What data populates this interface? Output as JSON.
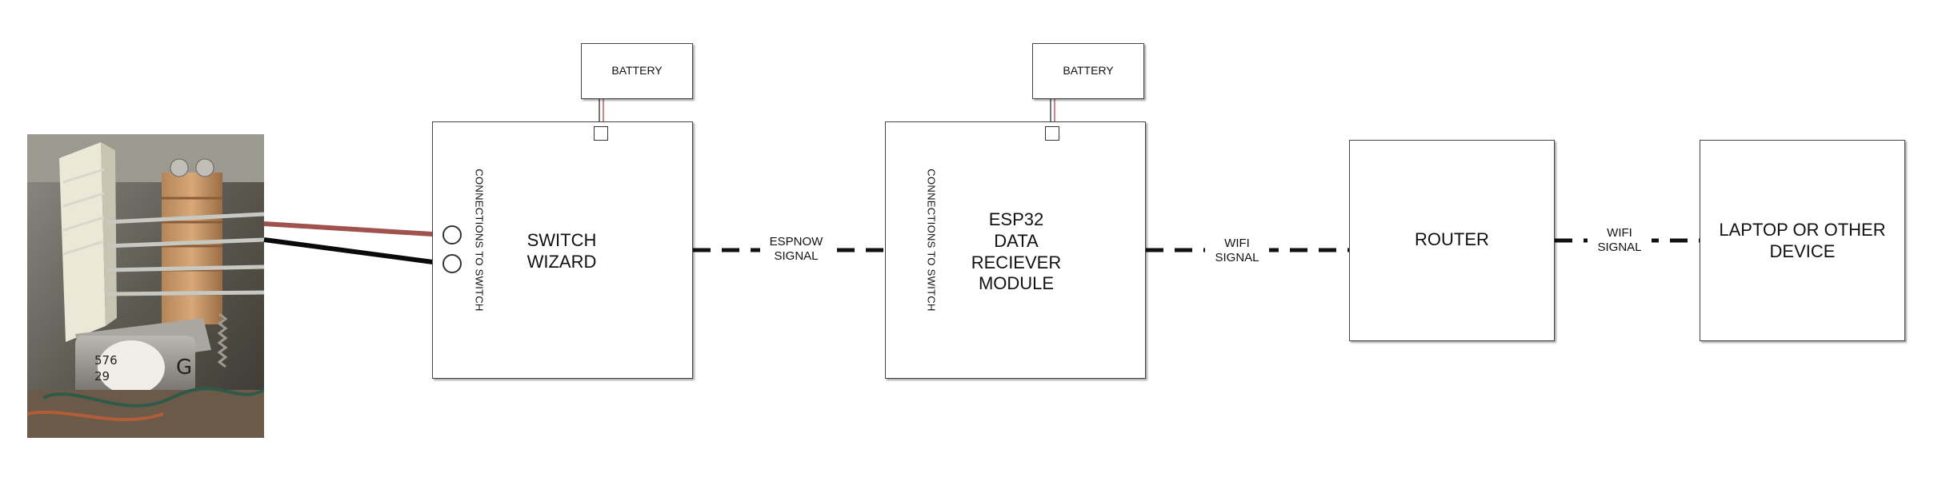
{
  "nodes": {
    "battery_1": "BATTERY",
    "battery_2": "BATTERY",
    "switch_wizard": [
      "SWITCH",
      "WIZARD"
    ],
    "receiver": [
      "ESP32",
      "DATA",
      "RECIEVER",
      "MODULE"
    ],
    "router": "ROUTER",
    "laptop": [
      "LAPTOP OR OTHER",
      "DEVICE"
    ],
    "connections_label_1": "CONNECTIONS TO SWITCH",
    "connections_label_2": "CONNECTIONS TO SWITCH"
  },
  "edges": {
    "espnow": [
      "ESPNOW",
      "SIGNAL"
    ],
    "wifi_1": [
      "WIFI",
      "SIGNAL"
    ],
    "wifi_2": [
      "WIFI",
      "SIGNAL"
    ]
  },
  "photo": {
    "subject": "relay-switch-photo",
    "caption_digits": [
      "576",
      "29"
    ]
  },
  "colors": {
    "wire_red": "#a0524e",
    "wire_black": "#0a0a0a",
    "line": "#111111",
    "box_border": "#444444"
  }
}
